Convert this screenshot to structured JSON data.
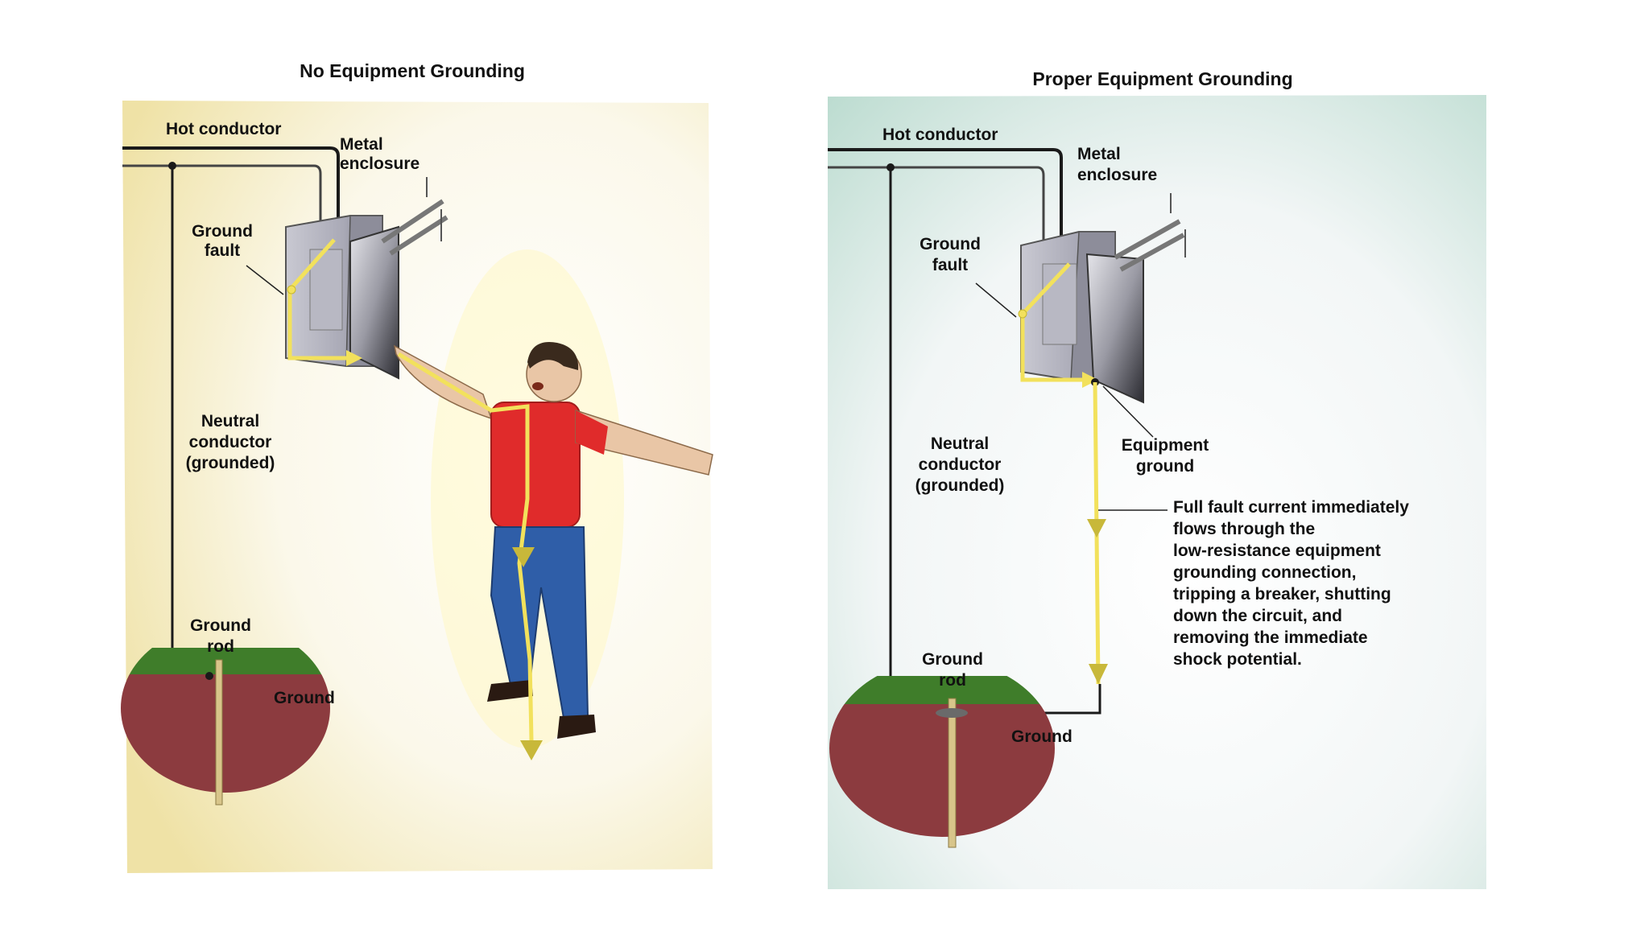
{
  "left": {
    "title": "No Equipment Grounding",
    "labels": {
      "hot_conductor": "Hot conductor",
      "metal_enclosure_1": "Metal",
      "metal_enclosure_2": "enclosure",
      "ground_fault_1": "Ground",
      "ground_fault_2": "fault",
      "neutral_1": "Neutral",
      "neutral_2": "conductor",
      "neutral_3": "(grounded)",
      "ground_rod_1": "Ground",
      "ground_rod_2": "rod",
      "ground": "Ground"
    }
  },
  "right": {
    "title": "Proper Equipment Grounding",
    "labels": {
      "hot_conductor": "Hot conductor",
      "metal_enclosure_1": "Metal",
      "metal_enclosure_2": "enclosure",
      "ground_fault_1": "Ground",
      "ground_fault_2": "fault",
      "neutral_1": "Neutral",
      "neutral_2": "conductor",
      "neutral_3": "(grounded)",
      "equipment_ground_1": "Equipment",
      "equipment_ground_2": "ground",
      "ground_rod_1": "Ground",
      "ground_rod_2": "rod",
      "ground": "Ground"
    },
    "note_lines": [
      "Full fault current immediately",
      "flows through the",
      "low-resistance equipment",
      "grounding connection,",
      "tripping a breaker, shutting",
      "down the circuit, and",
      "removing the immediate",
      "shock potential."
    ]
  },
  "colors": {
    "fault_current": "#f2e15c",
    "shirt": "#e02b2b",
    "jeans": "#2f5ea8",
    "grass": "#3f7d2a",
    "soil": "#8c3b3f",
    "wire": "#1a1a1a"
  }
}
